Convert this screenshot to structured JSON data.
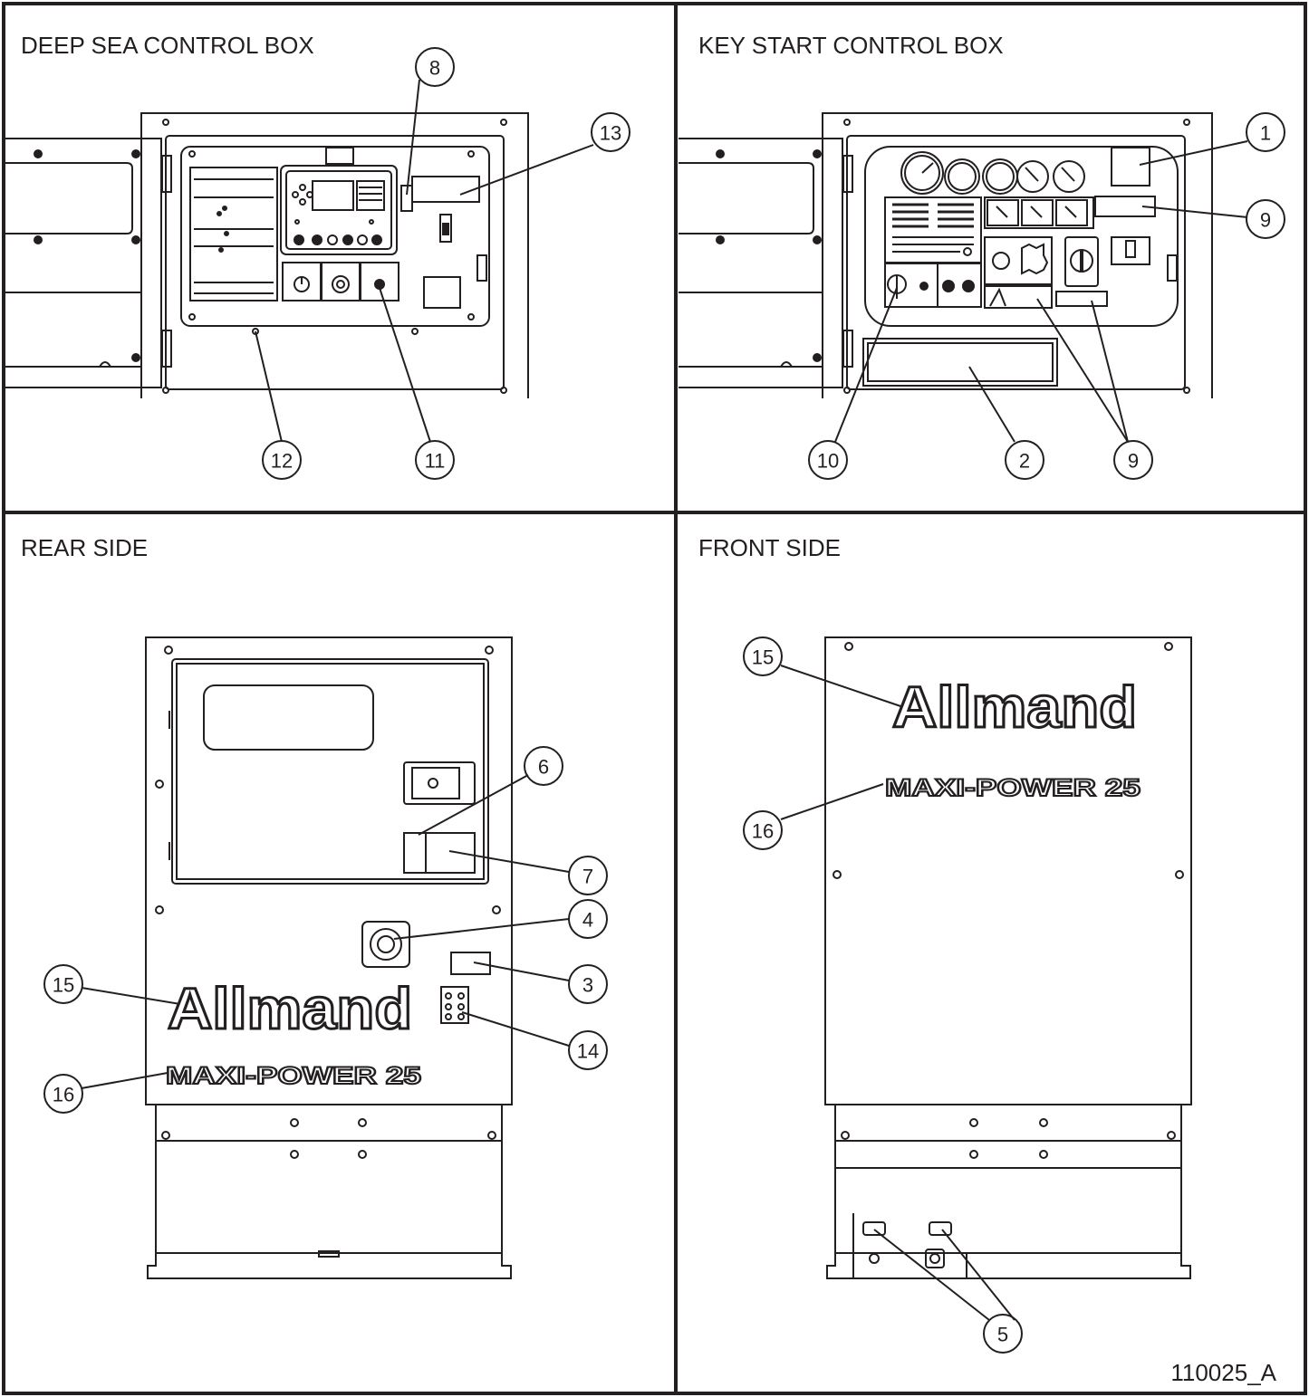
{
  "panels": {
    "deep_sea": {
      "title": "DEEP SEA CONTROL BOX"
    },
    "key_start": {
      "title": "KEY START CONTROL BOX"
    },
    "rear": {
      "title": "REAR SIDE"
    },
    "front": {
      "title": "FRONT SIDE"
    }
  },
  "branding": {
    "logo": "Allmand",
    "model": "MAXI-POWER 25"
  },
  "callouts": {
    "c8": "8",
    "c13": "13",
    "c12": "12",
    "c11": "11",
    "c1": "1",
    "c9a": "9",
    "c10": "10",
    "c2": "2",
    "c9b": "9",
    "c6": "6",
    "c7": "7",
    "c4": "4",
    "c3": "3",
    "c14": "14",
    "c15r": "15",
    "c16r": "16",
    "c15f": "15",
    "c16f": "16",
    "c5": "5"
  },
  "document_id": "110025_A"
}
